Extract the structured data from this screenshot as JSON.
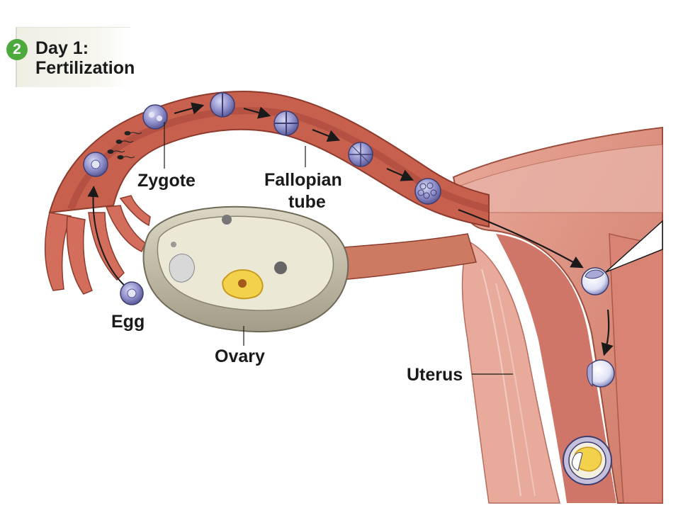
{
  "step": {
    "number": "2",
    "title": "Day 1:",
    "subtitle": "Fertilization"
  },
  "labels": {
    "zygote": "Zygote",
    "fallopian_line1": "Fallopian",
    "fallopian_line2": "tube",
    "egg": "Egg",
    "ovary": "Ovary",
    "uterus": "Uterus"
  },
  "colors": {
    "tube": "#c8604e",
    "tube_inner": "#b34a3a",
    "uterus_wall": "#d9897a",
    "ovary": "#c9c3b0",
    "cell": "#8f8fcc",
    "step_badge": "#4caa3c"
  }
}
